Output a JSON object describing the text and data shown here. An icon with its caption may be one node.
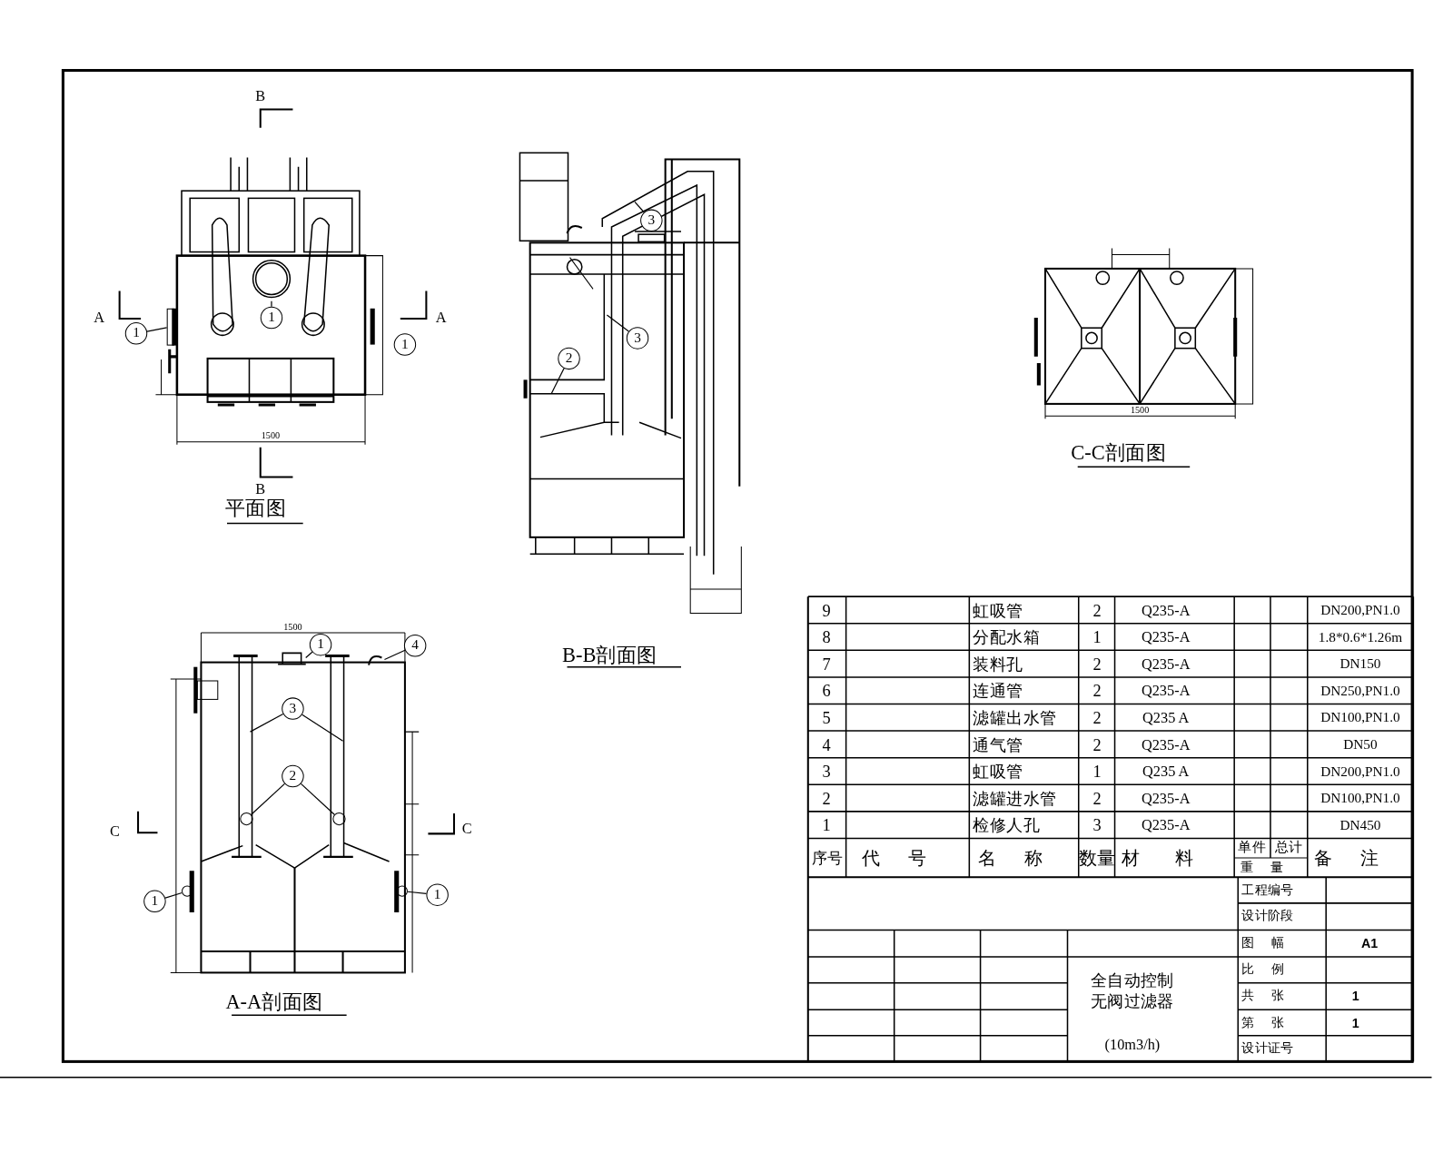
{
  "diagram": {
    "nodes": [
      {
        "text": [
          "1"
        ]
      },
      {
        "text": [
          "1"
        ]
      },
      {
        "text": [
          "1"
        ]
      },
      {
        "text": [
          "3"
        ]
      },
      {
        "text": [
          "3"
        ]
      },
      {
        "text": [
          "2"
        ]
      },
      {
        "text": [
          "1"
        ]
      },
      {
        "text": [
          "4"
        ]
      },
      {
        "text": [
          "3"
        ]
      },
      {
        "text": [
          "2"
        ]
      },
      {
        "text": [
          "1"
        ]
      },
      {
        "text": [
          "1"
        ]
      },
      {
        "text": [],
        "shape": "box"
      },
      {
        "text": [],
        "shape": "circle"
      },
      {
        "text": [],
        "shape": "circle"
      },
      {
        "text": [],
        "shape": "circle"
      },
      {
        "text": [],
        "shape": "circle"
      }
    ],
    "edges": [
      {
        "from": 0,
        "to": 12,
        "arrow": "none"
      },
      {
        "from": 1,
        "to": null,
        "arrow": "none"
      },
      {
        "from": 3,
        "to": null,
        "arrow": "none"
      },
      {
        "from": 4,
        "to": null,
        "arrow": "none"
      },
      {
        "from": 5,
        "to": null,
        "arrow": "none"
      },
      {
        "from": 6,
        "to": null,
        "arrow": "none"
      },
      {
        "from": 7,
        "to": null,
        "arrow": "none"
      },
      {
        "from": 8,
        "to": null,
        "arrow": "none"
      },
      {
        "from": 8,
        "to": null,
        "arrow": "none"
      },
      {
        "from": 9,
        "to": 13,
        "arrow": "none"
      },
      {
        "from": 9,
        "to": 14,
        "arrow": "none"
      },
      {
        "from": 10,
        "to": 15,
        "arrow": "none"
      },
      {
        "from": 11,
        "to": 16,
        "arrow": "none"
      }
    ],
    "labels": [
      "B",
      "B",
      "A",
      "A",
      "C",
      "C",
      "平面图",
      "B-B剖面图",
      "A-A剖面图",
      "C-C剖面图",
      "1500",
      "1500",
      "1500",
      "9",
      "虹吸管",
      "2",
      "Q235-A",
      "DN200,PN1.0",
      "8",
      "分配水箱",
      "1",
      "Q235-A",
      "1.8*0.6*1.26m",
      "7",
      "装料孔",
      "2",
      "Q235-A",
      "DN150",
      "6",
      "连通管",
      "2",
      "Q235-A",
      "DN250,PN1.0",
      "5",
      "滤罐出水管",
      "2",
      "Q235 A",
      "DN100,PN1.0",
      "4",
      "通气管",
      "2",
      "Q235-A",
      "DN50",
      "3",
      "虹吸管",
      "1",
      "Q235 A",
      "DN200,PN1.0",
      "2",
      "滤罐进水管",
      "2",
      "Q235-A",
      "DN100,PN1.0",
      "1",
      "检修人孔",
      "3",
      "Q235-A",
      "DN450",
      "序号",
      "代号",
      "名称",
      "数量",
      "材料",
      "单件",
      "总计",
      "重量",
      "备注",
      "工程编号",
      "设计阶段",
      "图幅",
      "A1",
      "比例",
      "全自动控制无阀过滤器",
      "共张",
      "1",
      "第张",
      "1",
      "(10m3/h)",
      "设计证号"
    ]
  }
}
